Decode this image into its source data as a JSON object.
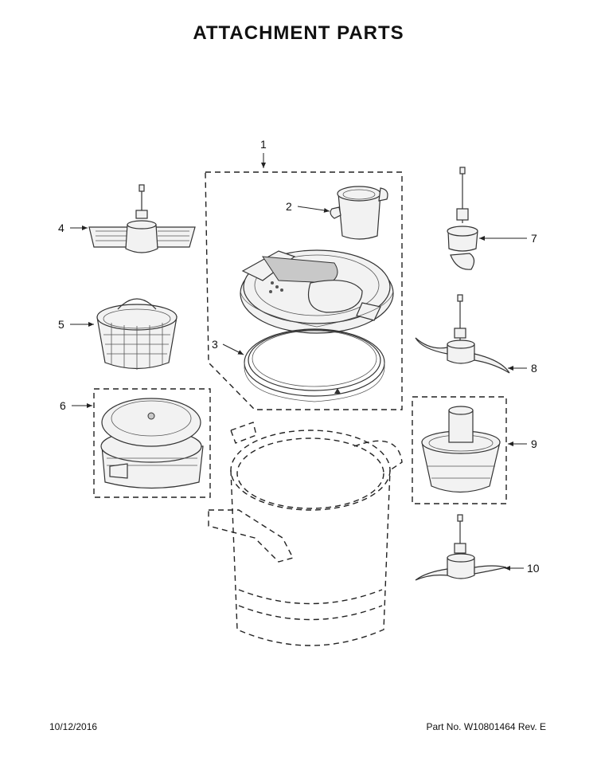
{
  "page": {
    "title": "ATTACHMENT PARTS",
    "date": "10/12/2016",
    "part_number": "Part No.  W10801464  Rev.  E"
  },
  "callouts": [
    "1",
    "2",
    "3",
    "4",
    "5",
    "6",
    "7",
    "8",
    "9",
    "10"
  ]
}
